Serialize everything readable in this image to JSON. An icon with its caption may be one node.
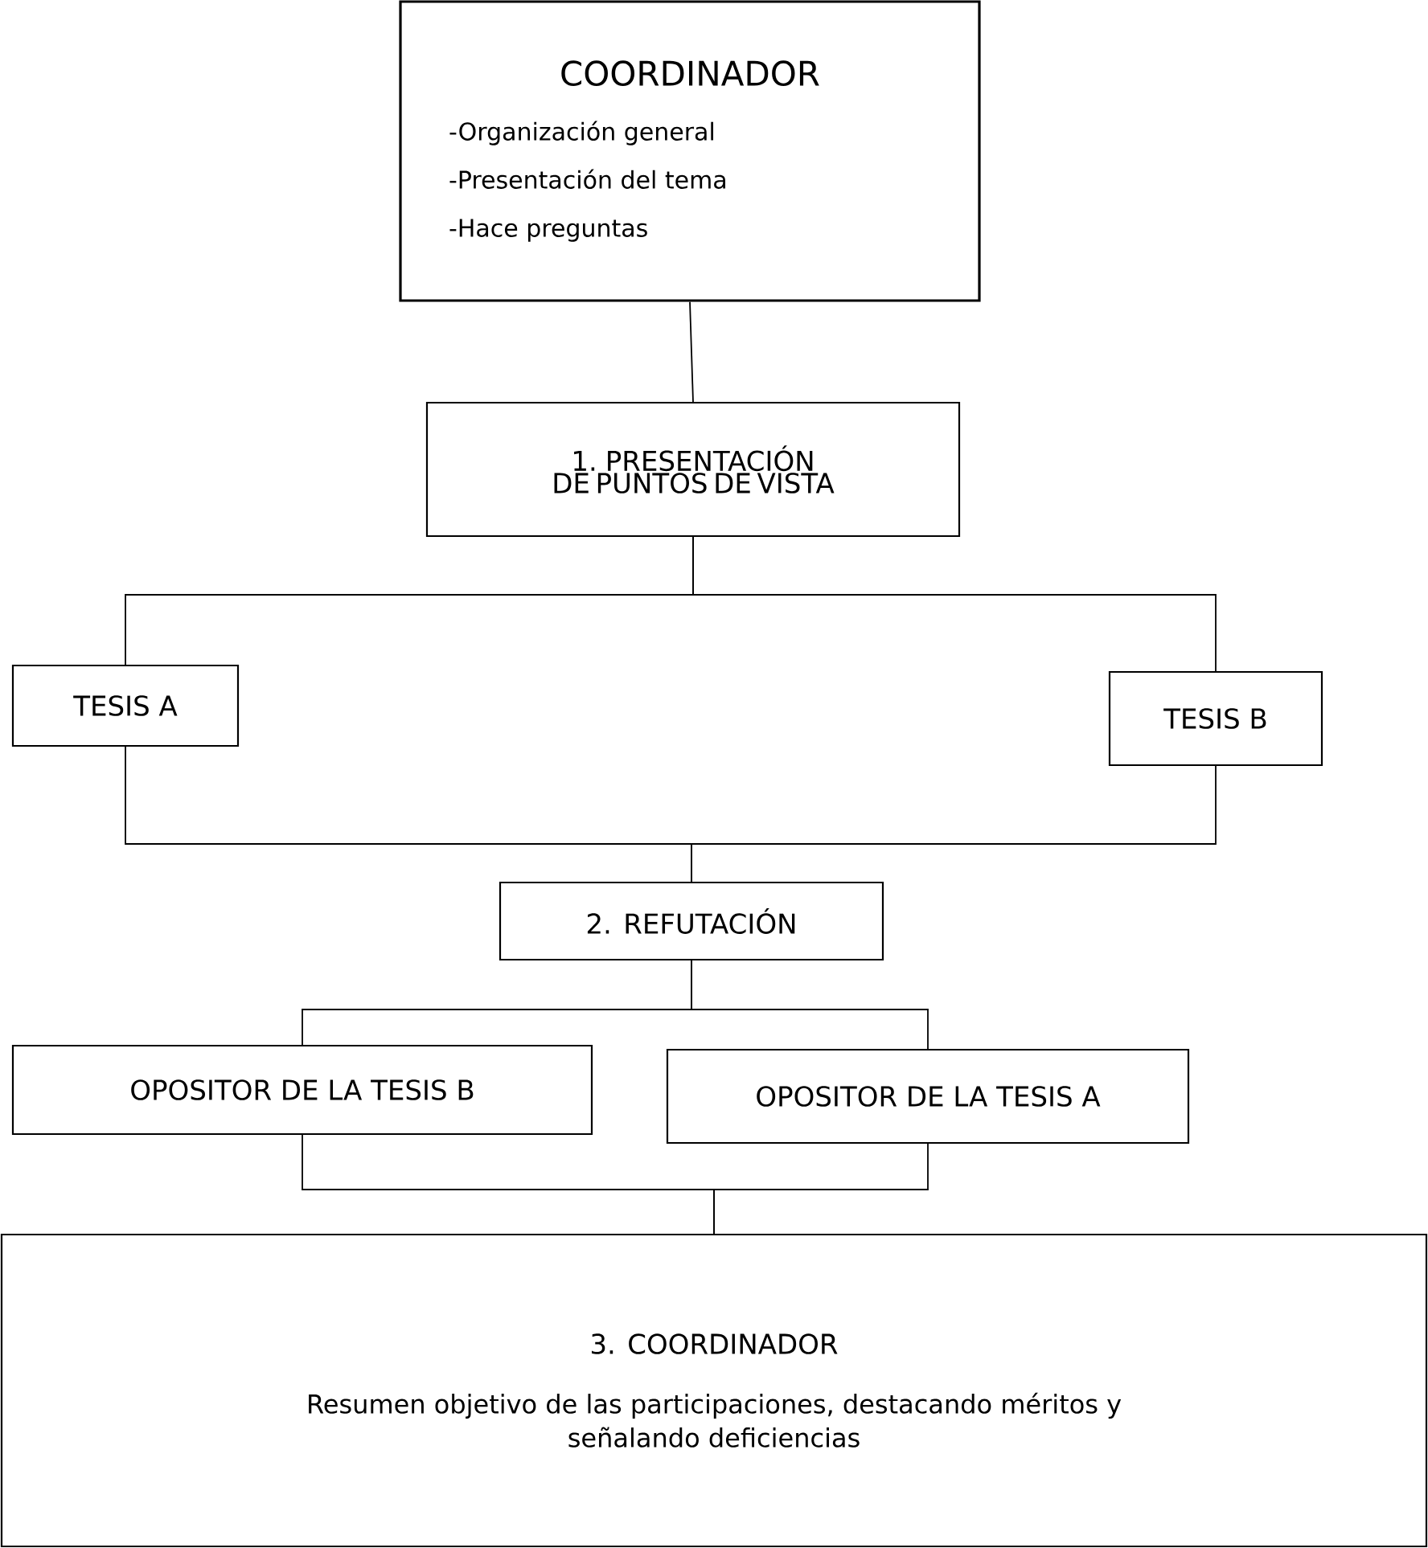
{
  "diagram": {
    "nodes": [
      {
        "text": [
          "COORDINADOR",
          "-Organización general",
          "-Presentación del tema",
          "-Hace preguntas"
        ]
      },
      {
        "text": [
          "1. PRESENTACIÓN DE PUNTOS DE VISTA"
        ]
      },
      {
        "text": [
          "TESIS A"
        ]
      },
      {
        "text": [
          "TESIS B"
        ]
      },
      {
        "text": [
          "2. REFUTACIÓN"
        ]
      },
      {
        "text": [
          "OPOSITOR DE LA TESIS B"
        ]
      },
      {
        "text": [
          "OPOSITOR DE LA TESIS A"
        ]
      },
      {
        "text": [
          "3. COORDINADOR",
          "Resumen objetivo de las participaciones, destacando méritos y señalando deficiencias"
        ]
      }
    ],
    "edges": [
      {
        "from": 0,
        "to": 1,
        "arrow": "none"
      },
      {
        "from": 1,
        "to": 2,
        "arrow": "none"
      },
      {
        "from": 1,
        "to": 3,
        "arrow": "none"
      },
      {
        "from": 2,
        "to": 4,
        "arrow": "none"
      },
      {
        "from": 3,
        "to": 4,
        "arrow": "none"
      },
      {
        "from": 4,
        "to": 5,
        "arrow": "none"
      },
      {
        "from": 4,
        "to": 6,
        "arrow": "none"
      },
      {
        "from": 5,
        "to": 7,
        "arrow": "none"
      },
      {
        "from": 6,
        "to": 7,
        "arrow": "none"
      }
    ]
  }
}
